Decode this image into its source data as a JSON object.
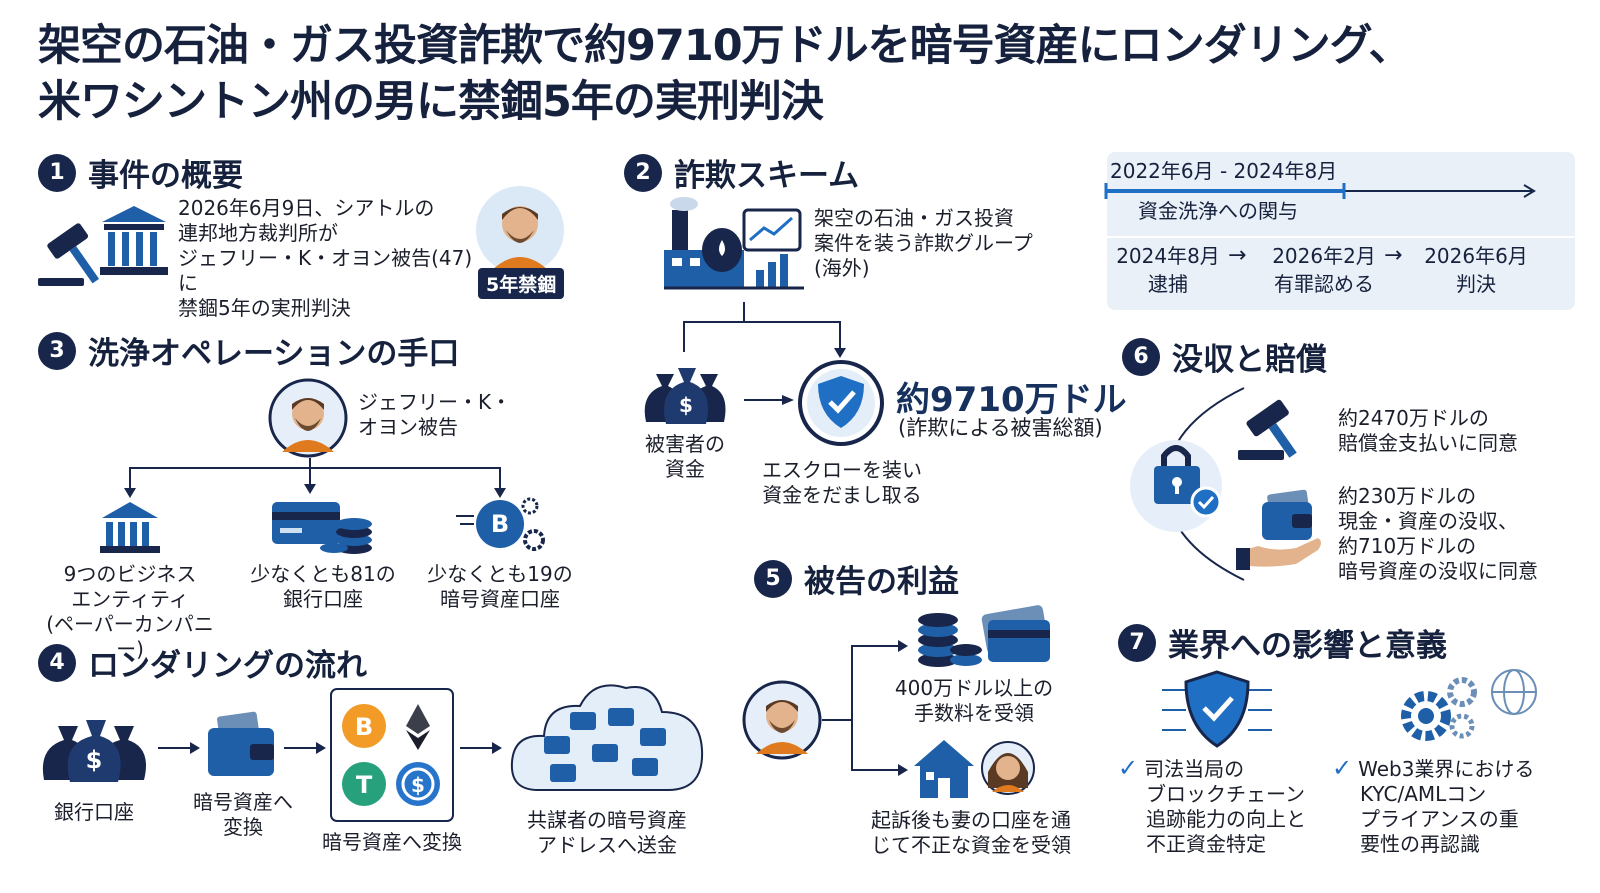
{
  "title": {
    "line1": "架空の石油・ガス投資詐欺で約9710万ドルを暗号資産にロンダリング、",
    "line2": "米ワシントン州の男に禁錮5年の実刑判決"
  },
  "colors": {
    "navy": "#17264a",
    "blue": "#1f6fc4",
    "orange": "#e07a1e",
    "panel": "#e9f0f8"
  },
  "s1": {
    "num": "1",
    "heading": "事件の概要",
    "text": [
      "2026年6月9日、シアトルの",
      "連邦地方裁判所が",
      "ジェフリー・K・オヨン被告(47)に",
      "禁錮5年の実刑判決"
    ],
    "badge": "5年禁錮",
    "icons": [
      "gavel-icon",
      "courthouse-icon",
      "prisoner-avatar"
    ]
  },
  "s2": {
    "num": "2",
    "heading": "詐欺スキーム",
    "group_text": [
      "架空の石油・ガス投資",
      "案件を装う詐欺グループ",
      "(海外)"
    ],
    "victims_label": [
      "被害者の",
      "資金"
    ],
    "escrow_label": [
      "エスクローを装い",
      "資金をだまし取る"
    ],
    "amount": "約9710万ドル",
    "amount_note": "(詐欺による被害総額)"
  },
  "timeline": {
    "range": "2022年6月 - 2024年8月",
    "range_label": "資金洗浄への関与",
    "events": [
      {
        "date": "2024年8月",
        "label": "逮捕"
      },
      {
        "date": "2026年2月",
        "label": "有罪認める"
      },
      {
        "date": "2026年6月",
        "label": "判決"
      }
    ]
  },
  "s3": {
    "num": "3",
    "heading": "洗浄オペレーションの手口",
    "person": [
      "ジェフリー・K・",
      "オヨン被告"
    ],
    "items": [
      {
        "lines": [
          "9つのビジネス",
          "エンティティ",
          "(ペーパーカンパニー)"
        ]
      },
      {
        "lines": [
          "少なくとも81の",
          "銀行口座"
        ]
      },
      {
        "lines": [
          "少なくとも19の",
          "暗号資産口座"
        ]
      }
    ]
  },
  "s4": {
    "num": "4",
    "heading": "ロンダリングの流れ",
    "steps": [
      {
        "lines": [
          "銀行口座"
        ]
      },
      {
        "lines": [
          "暗号資産へ",
          "変換"
        ]
      },
      {
        "lines": [
          "暗号資産へ変換"
        ]
      },
      {
        "lines": [
          "共謀者の暗号資産",
          "アドレスへ送金"
        ]
      }
    ]
  },
  "s5": {
    "num": "5",
    "heading": "被告の利益",
    "fee": [
      "400万ドル以上の",
      "手数料を受領"
    ],
    "wife": [
      "起訴後も妻の口座を通",
      "じて不正な資金を受領"
    ]
  },
  "s6": {
    "num": "6",
    "heading": "没収と賠償",
    "restitution": [
      "約2470万ドルの",
      "賠償金支払いに同意"
    ],
    "forfeit": [
      "約230万ドルの",
      "現金・資産の没収、",
      "約710万ドルの",
      "暗号資産の没収に同意"
    ]
  },
  "s7": {
    "num": "7",
    "heading": "業界への影響と意義",
    "left": [
      "司法当局の",
      "ブロックチェーン",
      "追跡能力の向上と",
      "不正資金特定"
    ],
    "right": [
      "Web3業界における",
      "KYC/AMLコン",
      "プライアンスの重",
      "要性の再認識"
    ]
  },
  "check_mark": "✓"
}
